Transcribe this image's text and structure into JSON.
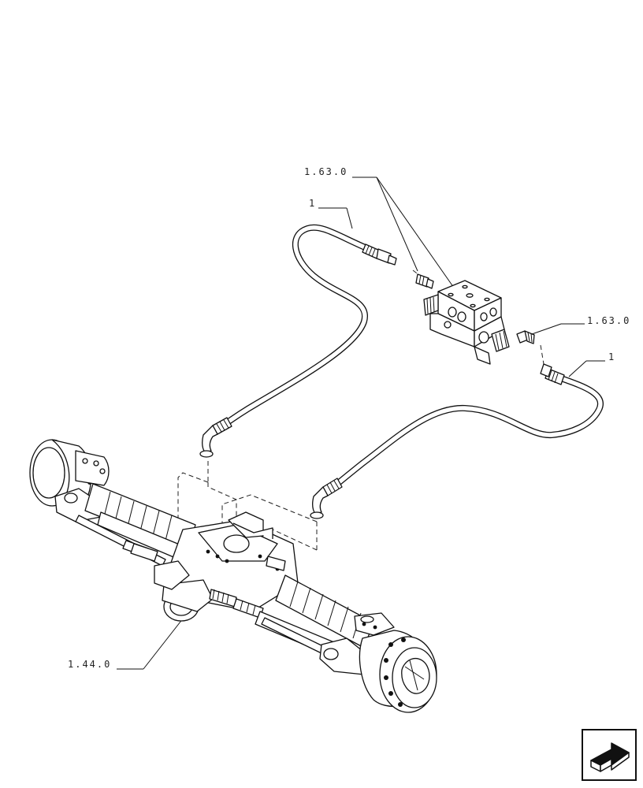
{
  "callouts": {
    "valve_fittings_ref": "1.63.0",
    "hose_upper_ref": "1",
    "right_fitting_ref": "1.63.0",
    "hose_lower_ref": "1",
    "axle_ref": "1.44.0"
  },
  "nav": {
    "icon": "next-page-arrow-icon"
  }
}
